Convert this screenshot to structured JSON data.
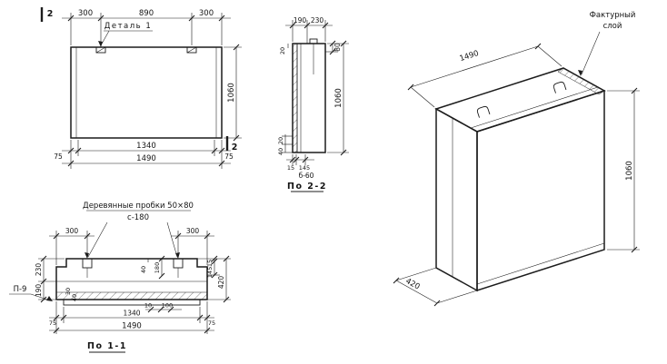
{
  "colors": {
    "ink": "#1c1c1c",
    "paper": "#ffffff"
  },
  "front": {
    "detail_label": "Деталь 1",
    "cut_top": "2",
    "cut_side": "2",
    "d300l": "300",
    "d890": "890",
    "d300r": "300",
    "d1060": "1060",
    "d75l": "75",
    "d1340": "1340",
    "d75r": "75",
    "d1490": "1490"
  },
  "sec22": {
    "title": "По 2-2",
    "d190": "190",
    "d230": "230",
    "d80": "80",
    "d20top": "20",
    "d20bot": "20",
    "d40": "40",
    "d1060": "1060",
    "d15": "15",
    "d145": "145",
    "note": "б-60"
  },
  "sec11": {
    "title": "По 1-1",
    "note1": "Деревянные пробки 50×80",
    "note2": "с-180",
    "d300l": "300",
    "d300r": "300",
    "d230": "230",
    "d190": "190",
    "d180": "180",
    "d40mid": "40",
    "d30": "30",
    "d40b": "40",
    "d10": "10",
    "d100": "100",
    "d15": "15",
    "d145": "145",
    "d420": "420",
    "d75l": "75",
    "d1340": "1340",
    "d75r": "75",
    "d1490": "1490",
    "mark": "П-9"
  },
  "iso": {
    "label1": "Фактурный",
    "label2": "слой",
    "d1490": "1490",
    "d1060": "1060",
    "d420": "420"
  }
}
